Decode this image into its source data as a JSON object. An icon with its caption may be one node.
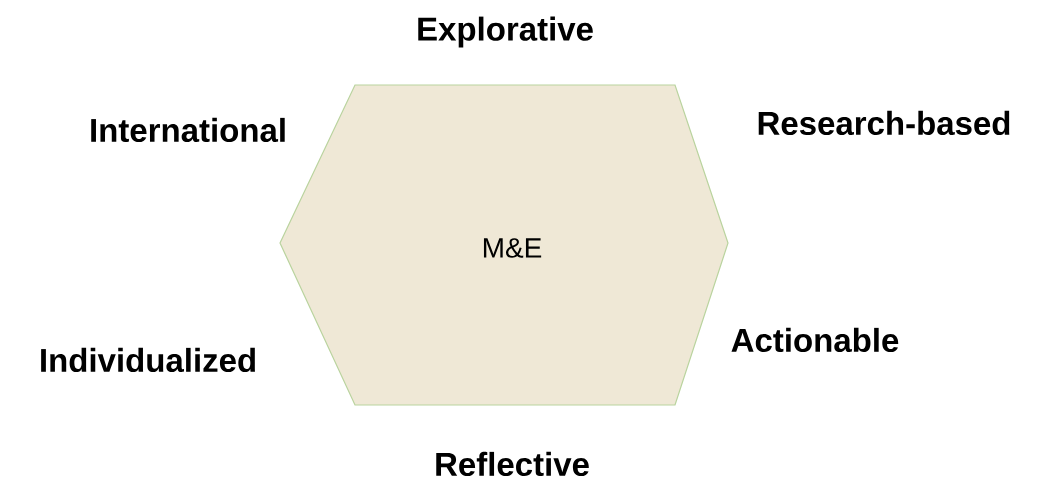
{
  "diagram": {
    "nodes": [
      {
        "text": [
          "M&E"
        ]
      }
    ],
    "labels": [
      "Explorative",
      "International",
      "Research-based",
      "Actionable",
      "Individualized",
      "Reflective"
    ]
  }
}
